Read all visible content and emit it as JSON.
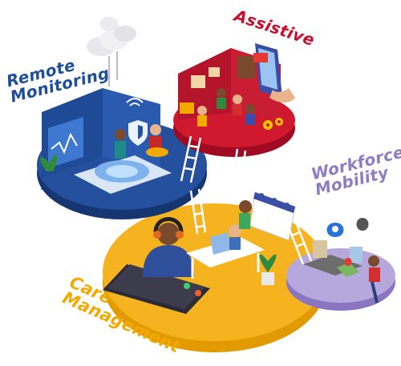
{
  "segments": {
    "assistive": {
      "label": "Assistive",
      "color": "#c8102e"
    },
    "remote_monitoring": {
      "line1": "Remote",
      "line2": "Monitoring",
      "color": "#1f4e9a"
    },
    "workforce_mobility": {
      "line1": "Workforce",
      "line2": "Mobility",
      "color": "#8e7cc3"
    },
    "care_management": {
      "line1": "Care",
      "line2": "Management",
      "color": "#f2a900"
    }
  },
  "icons": [
    "cloud-icon",
    "shield-icon",
    "calendar-icon",
    "map-pin-icon",
    "wifi-icon",
    "gear-icon",
    "headset-icon",
    "tablet-icon",
    "laptop-icon",
    "plant-icon",
    "ladder-icon"
  ]
}
